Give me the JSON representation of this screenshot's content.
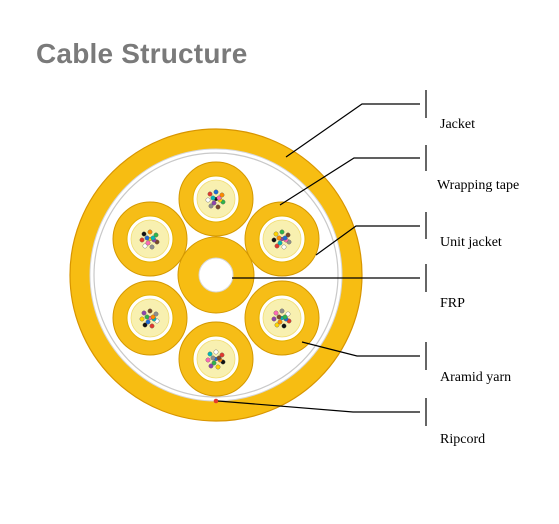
{
  "title": "Cable Structure",
  "labels": {
    "jacket": "Jacket",
    "wrapping_tape": "Wrapping tape",
    "unit_jacket": "Unit jacket",
    "frp": "FRP",
    "aramid_yarn": "Aramid yarn",
    "ripcord": "Ripcord"
  },
  "colors": {
    "title": "#7a7a7a",
    "jacket": "#f7bd12",
    "jacket_stroke": "#d89500",
    "inner_bg": "#ffffff",
    "wrap_line": "#c9c9c9",
    "unit_jacket": "#f6bd17",
    "unit_stroke": "#d49800",
    "aramid": "#f8f0b0",
    "frp_fill": "#f7bd12",
    "frp_core": "#ffffff",
    "ripcord": "#e53b2b",
    "leader": "#000000",
    "label": "#000000",
    "fiber_colors": [
      "#1f6bd6",
      "#ff8a00",
      "#2fb44a",
      "#7a4a2b",
      "#8f8f8f",
      "#ffffff",
      "#e1392f",
      "#111111",
      "#ffd400",
      "#8e44ad",
      "#ff69b4",
      "#00b8b8"
    ]
  }
}
